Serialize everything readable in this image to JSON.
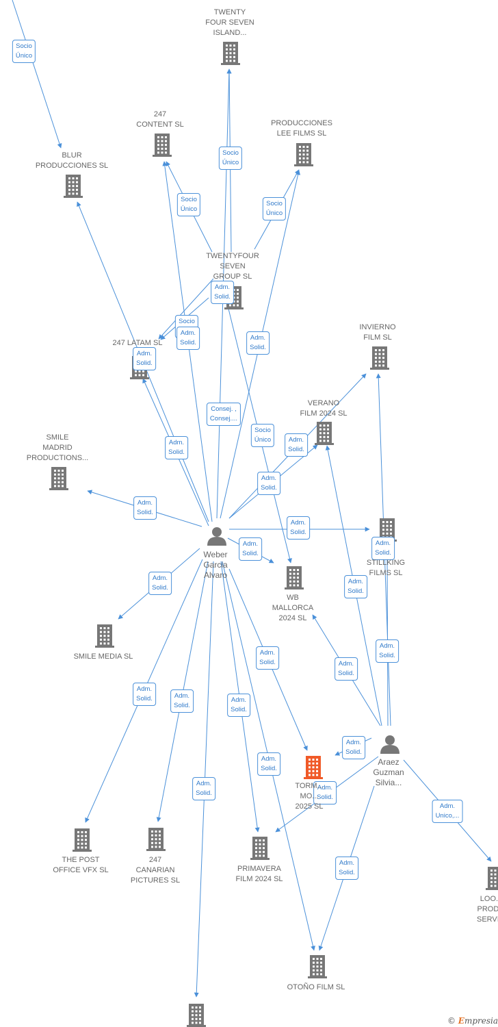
{
  "colors": {
    "company_icon": "#777777",
    "focus_company_icon": "#f05a28",
    "person_icon": "#777777",
    "edge": "#4a90d9",
    "edge_label_text": "#2f79c9"
  },
  "nodes": [
    {
      "id": "twenty-four-seven-island",
      "kind": "company",
      "label": "TWENTY\nFOUR SEVEN\nISLAND..."
    },
    {
      "id": "247-content",
      "kind": "company",
      "label": "247\nCONTENT  SL"
    },
    {
      "id": "producciones-lee-films",
      "kind": "company",
      "label": "PRODUCCIONES\nLEE FILMS SL"
    },
    {
      "id": "blur-producciones",
      "kind": "company",
      "label": "BLUR\nPRODUCCIONES SL"
    },
    {
      "id": "twentyfour-seven-group",
      "kind": "company",
      "label": "TWENTYFOUR\nSEVEN\nGROUP  SL"
    },
    {
      "id": "247-latam",
      "kind": "company",
      "label": "247 LATAM  SL"
    },
    {
      "id": "invierno-film",
      "kind": "company",
      "label": "INVIERNO\nFILM  SL"
    },
    {
      "id": "verano-film-2024",
      "kind": "company",
      "label": "VERANO\nFILM 2024  SL"
    },
    {
      "id": "smile-madrid",
      "kind": "company",
      "label": "SMILE\nMADRID\nPRODUCTIONS..."
    },
    {
      "id": "stillking-films",
      "kind": "company",
      "label": "STILLKING\nFILMS  SL"
    },
    {
      "id": "wb-mallorca-2024",
      "kind": "company",
      "label": "WB\nMALLORCA\n2024  SL"
    },
    {
      "id": "smile-media",
      "kind": "company",
      "label": "SMILE MEDIA SL"
    },
    {
      "id": "tormenta-movie-2025",
      "kind": "company",
      "focus": true,
      "label": "TORM...\nMO...\n2025  SL"
    },
    {
      "id": "the-post-office-vfx",
      "kind": "company",
      "label": "THE POST\nOFFICE VFX  SL"
    },
    {
      "id": "247-canarian-pictures",
      "kind": "company",
      "label": "247\nCANARIAN\nPICTURES  SL"
    },
    {
      "id": "primavera-film-2024",
      "kind": "company",
      "label": "PRIMAVERA\nFILM 2024  SL"
    },
    {
      "id": "otono-film",
      "kind": "company",
      "label": "OTOÑO FILM  SL"
    },
    {
      "id": "loo-prod-serv",
      "kind": "company",
      "label": "LOO...\nPROD...\nSERVI..."
    },
    {
      "id": "bottom-company",
      "kind": "company",
      "label": ""
    },
    {
      "id": "weber-garcia-alvaro",
      "kind": "person",
      "label": "Weber\nGarcia\nAlvaro"
    },
    {
      "id": "araez-guzman-silvia",
      "kind": "person",
      "label": "Araez\nGuzman\nSilvia..."
    }
  ],
  "edges": [
    {
      "from": "",
      "to": "blur-producciones",
      "label": "Socio\nÚnico"
    },
    {
      "from": "twentyfour-seven-group",
      "to": "twenty-four-seven-island",
      "label": "Socio\nÚnico"
    },
    {
      "from": "twentyfour-seven-group",
      "to": "247-content",
      "label": "Socio\nÚnico"
    },
    {
      "from": "twentyfour-seven-group",
      "to": "producciones-lee-films",
      "label": "Socio\nÚnico"
    },
    {
      "from": "twentyfour-seven-group",
      "to": "247-latam",
      "label": "Socio\nÚnico"
    },
    {
      "from": "weber-garcia-alvaro",
      "to": "twentyfour-seven-group",
      "label": "Adm.\nSolid."
    },
    {
      "from": "weber-garcia-alvaro",
      "to": "247-content",
      "label": "Adm.\nSolid."
    },
    {
      "from": "weber-garcia-alvaro",
      "to": "producciones-lee-films",
      "label": "Adm.\nSolid."
    },
    {
      "from": "weber-garcia-alvaro",
      "to": "twenty-four-seven-island",
      "label": "Consej. ,\nConsej...."
    },
    {
      "from": "weber-garcia-alvaro",
      "to": "blur-producciones",
      "label": "Adm.\nSolid."
    },
    {
      "from": "weber-garcia-alvaro",
      "to": "247-latam",
      "label": "Adm.\nSolid."
    },
    {
      "from": "twentyfour-seven-group",
      "to": "wb-mallorca-2024",
      "label": "Socio\nÚnico"
    },
    {
      "from": "weber-garcia-alvaro",
      "to": "verano-film-2024",
      "label": "Adm.\nSolid."
    },
    {
      "from": "weber-garcia-alvaro",
      "to": "invierno-film",
      "label": "Adm.\nSolid."
    },
    {
      "from": "weber-garcia-alvaro",
      "to": "smile-madrid",
      "label": "Adm.\nSolid."
    },
    {
      "from": "weber-garcia-alvaro",
      "to": "stillking-films",
      "label": "Adm.\nSolid."
    },
    {
      "from": "weber-garcia-alvaro",
      "to": "wb-mallorca-2024",
      "label": "Adm.\nSolid."
    },
    {
      "from": "weber-garcia-alvaro",
      "to": "smile-media",
      "label": "Adm.\nSolid."
    },
    {
      "from": "weber-garcia-alvaro",
      "to": "tormenta-movie-2025",
      "label": "Adm.\nSolid."
    },
    {
      "from": "weber-garcia-alvaro",
      "to": "the-post-office-vfx",
      "label": "Adm.\nSolid."
    },
    {
      "from": "weber-garcia-alvaro",
      "to": "247-canarian-pictures",
      "label": "Adm.\nSolid."
    },
    {
      "from": "weber-garcia-alvaro",
      "to": "primavera-film-2024",
      "label": "Adm.\nSolid."
    },
    {
      "from": "weber-garcia-alvaro",
      "to": "otono-film",
      "label": "Adm.\nSolid."
    },
    {
      "from": "weber-garcia-alvaro",
      "to": "bottom-company",
      "label": "Adm.\nSolid."
    },
    {
      "from": "araez-guzman-silvia",
      "to": "verano-film-2024",
      "label": "Adm.\nSolid."
    },
    {
      "from": "araez-guzman-silvia",
      "to": "invierno-film",
      "label": "Adm.\nSolid."
    },
    {
      "from": "araez-guzman-silvia",
      "to": "stillking-films",
      "label": "Adm.\nSolid."
    },
    {
      "from": "araez-guzman-silvia",
      "to": "wb-mallorca-2024",
      "label": "Adm.\nSolid."
    },
    {
      "from": "araez-guzman-silvia",
      "to": "tormenta-movie-2025",
      "label": "Adm.\nSolid."
    },
    {
      "from": "araez-guzman-silvia",
      "to": "primavera-film-2024",
      "label": "Adm.\nSolid."
    },
    {
      "from": "araez-guzman-silvia",
      "to": "otono-film",
      "label": "Adm.\nSolid."
    },
    {
      "from": "araez-guzman-silvia",
      "to": "loo-prod-serv",
      "label": "Adm.\nUnico,..."
    }
  ],
  "watermark": {
    "symbol": "©",
    "brand_initial": "E",
    "brand_rest": "mpresia"
  }
}
